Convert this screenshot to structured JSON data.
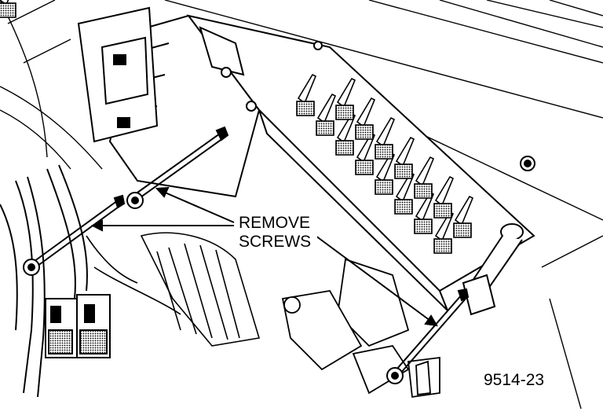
{
  "callout": {
    "line1": "REMOVE",
    "line2": "SCREWS"
  },
  "figure_number": "9514-23",
  "colors": {
    "ink": "#000000",
    "paper": "#ffffff",
    "halftone": "#9a9a9a"
  }
}
